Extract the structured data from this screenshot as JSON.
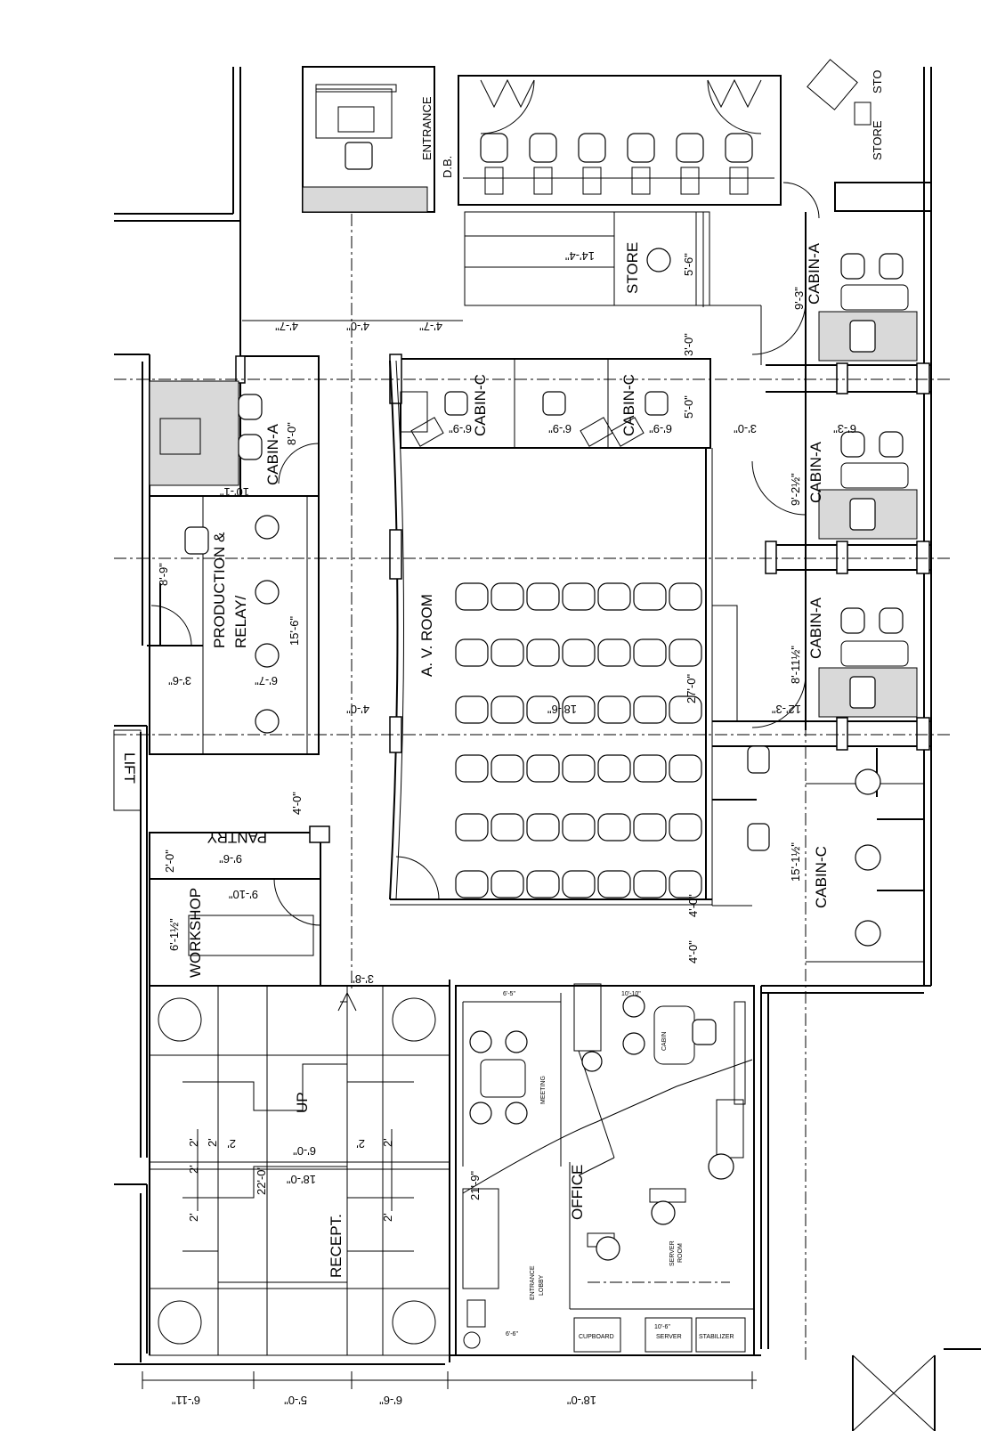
{
  "labels": {
    "entrance": "ENTRANCE",
    "db": "D.B.",
    "store_top": "STORE",
    "store_top_cut": "STO",
    "store_mid": "STORE",
    "cabin_a1": "CABIN-A",
    "cabin_a2": "CABIN-A",
    "cabin_a3": "CABIN-A",
    "cabin_a_left": "CABIN-A",
    "cabin_c1": "CABIN-C",
    "cabin_c2": "CABIN-C",
    "cabin_c_right": "CABIN-C",
    "production_1": "PRODUCTION &",
    "production_2": "RELAY/",
    "av_room": "A. V. ROOM",
    "lift": "LIFT",
    "pantry": "PANTRY",
    "workshop": "WORKSHOP",
    "up": "UP",
    "recept": "RECEPT.",
    "office": "OFFICE",
    "meeting": "MEETING",
    "cabin_small": "CABIN",
    "server_room_1": "SERVER",
    "server_room_2": "ROOM",
    "entrance_lobby_1": "ENTRANCE",
    "entrance_lobby_2": "LOBBY",
    "cupboard": "CUPBOARD",
    "server": "SERVER",
    "stabilizer": "STABILIZER"
  },
  "dimensions": {
    "d_14_4": "14'-4\"",
    "d_5_6": "5'-6\"",
    "d_9_3": "9'-3\"",
    "d_4_7a": "4'-7\"",
    "d_4_0a": "4'-0\"",
    "d_4_7b": "4'-7\"",
    "d_3_0a": "3'-0\"",
    "d_6_9a": "6'-9\"",
    "d_6_9b": "6'-9\"",
    "d_6_9c": "6'-9\"",
    "d_5_0a": "5'-0\"",
    "d_3_0b": "3'-0\"",
    "d_6_3": "6'-3\"",
    "d_9_2h": "9'-2½\"",
    "d_8_0": "8'-0\"",
    "d_10_1": "10'-1\"",
    "d_8_9": "8'-9\"",
    "d_15_6": "15'-6\"",
    "d_3_6": "3'-6\"",
    "d_6_7": "6'-7\"",
    "d_4_0b": "4'-0\"",
    "d_18_6": "18'-6\"",
    "d_27_0": "27'-0\"",
    "d_8_11h": "8'-11½\"",
    "d_12_3": "12'-3\"",
    "d_4_0c": "4'-0\"",
    "d_2_0": "2'-0\"",
    "d_9_6": "9'-6\"",
    "d_9_10": "9'-10\"",
    "d_6_1h": "6'-1½\"",
    "d_15_1h": "15'-1½\"",
    "d_4_0d": "4'-0\"",
    "d_4_0e": "4'-0\"",
    "d_3_8": "3'-8\"",
    "d_6_0": "6'-0\"",
    "d_18_0a": "18'-0\"",
    "d_22_0": "22'-0\"",
    "d_2a": "2'",
    "d_2b": "2'",
    "d_2c": "2'",
    "d_2d": "2'",
    "d_2e": "2'",
    "d_2f": "2'",
    "d_2g": "2'",
    "d_2h": "2'",
    "d_21_9": "21'-9\"",
    "d_6_5": "6'-5\"",
    "d_10_10": "10'-10\"",
    "d_6_6a": "6'-6\"",
    "d_10_6": "10'-6\"",
    "d_6_11": "6'-11\"",
    "d_5_0b": "5'-0\"",
    "d_6_6b": "6'-6\"",
    "d_18_0b": "18'-0\""
  }
}
